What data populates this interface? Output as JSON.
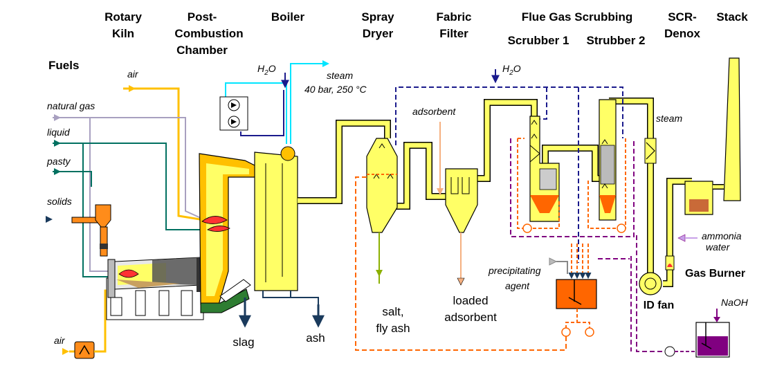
{
  "headers": {
    "rotary_kiln": [
      "Rotary",
      "Kiln"
    ],
    "post_combustion": [
      "Post-",
      "Combustion",
      "Chamber"
    ],
    "boiler": "Boiler",
    "spray_dryer": [
      "Spray",
      "Dryer"
    ],
    "fabric_filter": [
      "Fabric",
      "Filter"
    ],
    "flue_gas_scrubbing": "Flue Gas Scrubbing",
    "scrubber1": "Scrubber 1",
    "scrubber2": "Strubber 2",
    "scr": [
      "SCR-",
      "Denox"
    ],
    "stack": "Stack"
  },
  "inputs": {
    "fuels": "Fuels",
    "air_top": "air",
    "natural_gas": "natural gas",
    "liquid": "liquid",
    "pasty": "pasty",
    "solids": "solids",
    "air_bottom": "air"
  },
  "labels": {
    "h2o_boiler": "H",
    "h2o_boiler_sub": "2",
    "h2o_boiler_o": "O",
    "steam_out": "steam",
    "steam_params": "40 bar, 250 °C",
    "adsorbent": "adsorbent",
    "h2o_scrub": "H",
    "h2o_scrub_sub": "2",
    "h2o_scrub_o": "O",
    "steam_scr": "steam",
    "ammonia": [
      "ammonia",
      "water"
    ],
    "gas_burner": "Gas Burner",
    "precipitating": [
      "precipitating",
      "agent"
    ],
    "id_fan": "ID fan",
    "naoh": "NaOH"
  },
  "outputs": {
    "slag": "slag",
    "ash": "ash",
    "salt": [
      "salt,",
      "fly ash"
    ],
    "loaded": [
      "loaded",
      "adsorbent"
    ]
  },
  "colors": {
    "flue_gas": "#ffff66",
    "outline": "#000000",
    "steam_line": "#00e5ff",
    "water_line": "#1a1a8c",
    "air_line": "#ffc000",
    "gas_line": "#a8a0c0",
    "fuel_line": "#007060",
    "orange_line": "#ff6600",
    "purple_line": "#800080",
    "flame": "#ff3333",
    "slag_conveyor": "#2e7d32"
  }
}
